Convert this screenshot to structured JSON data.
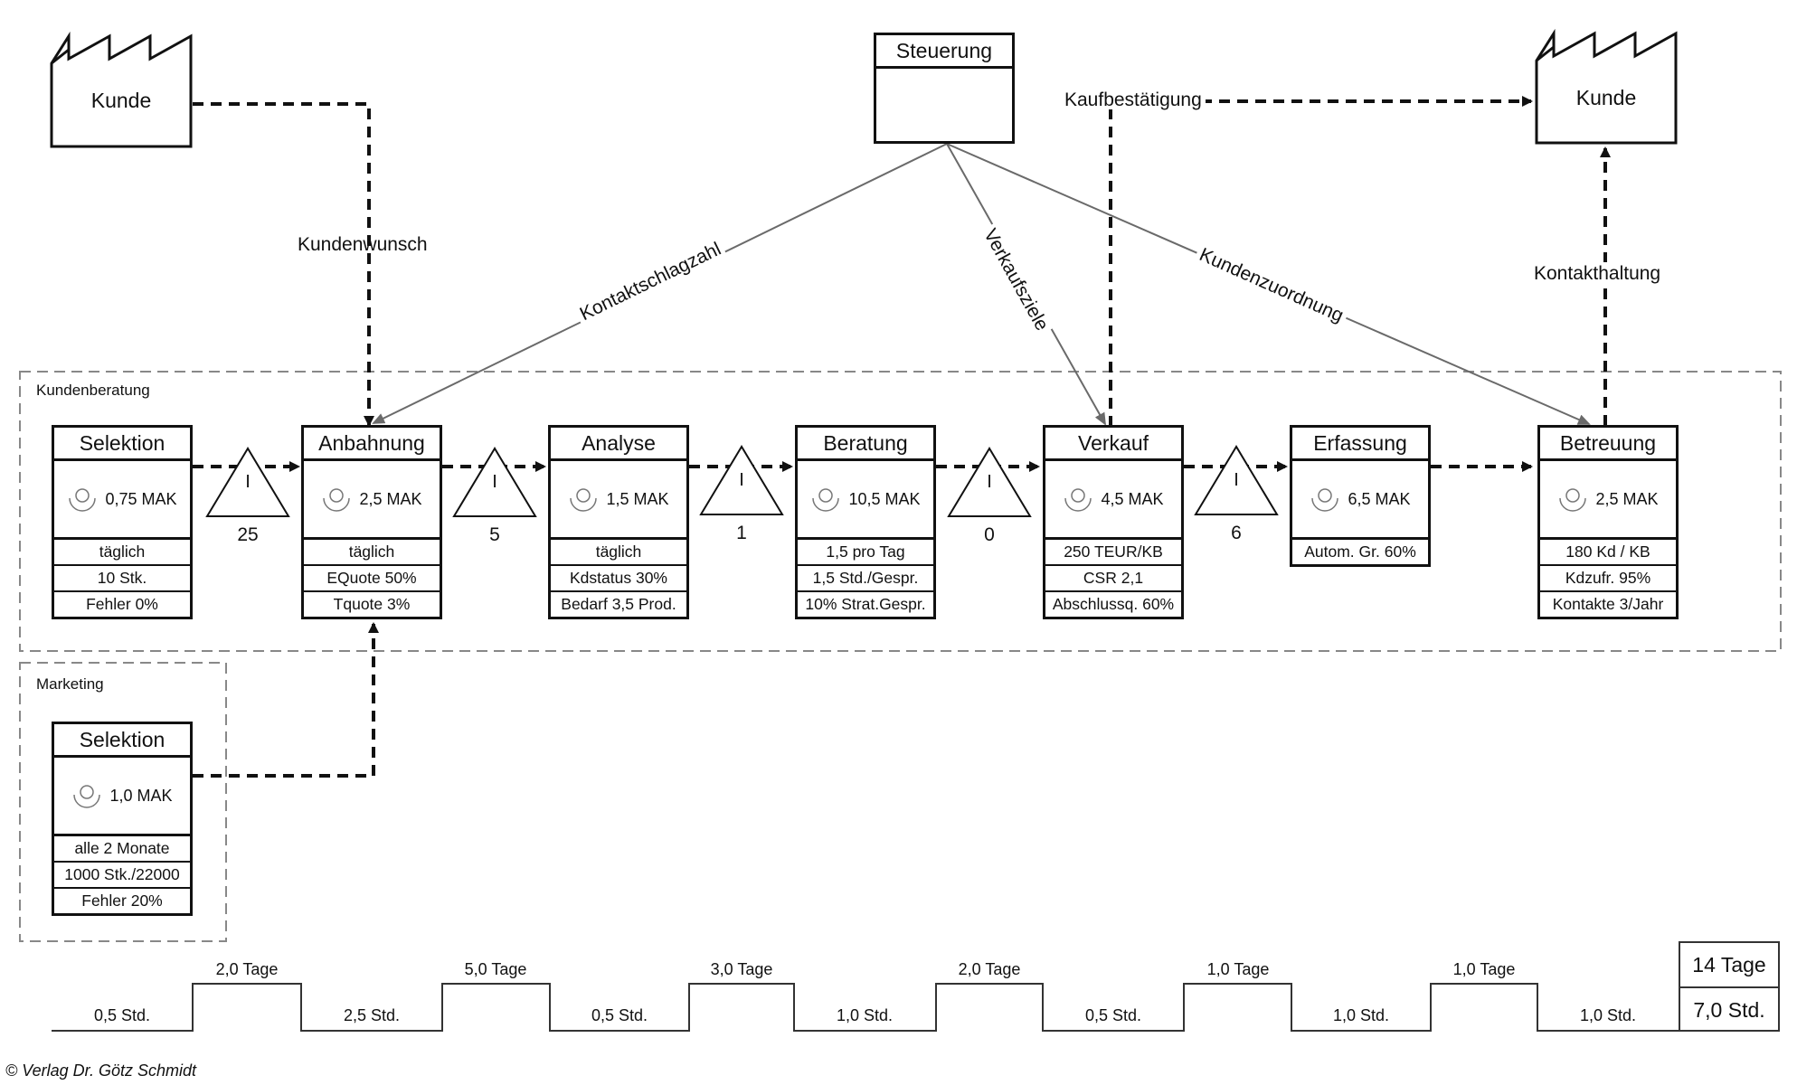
{
  "customers": {
    "left": "Kunde",
    "right": "Kunde"
  },
  "control": {
    "title": "Steuerung"
  },
  "flow_labels": {
    "kundenwunsch": "Kundenwunsch",
    "kaufbestaetigung": "Kaufbestätigung",
    "kontakthaltung": "Kontakthaltung",
    "kontaktschlagzahl": "Kontaktschlagzahl",
    "verkaufsziele": "Verkaufsziele",
    "kundenzuordnung": "Kundenzuordnung"
  },
  "groups": {
    "kundenberatung": "Kundenberatung",
    "marketing": "Marketing"
  },
  "processes": [
    {
      "title": "Selektion",
      "mak": "0,75 MAK",
      "rows": [
        "täglich",
        "10 Stk.",
        "Fehler 0%"
      ]
    },
    {
      "title": "Anbahnung",
      "mak": "2,5 MAK",
      "rows": [
        "täglich",
        "EQuote 50%",
        "Tquote 3%"
      ]
    },
    {
      "title": "Analyse",
      "mak": "1,5 MAK",
      "rows": [
        "täglich",
        "Kdstatus 30%",
        "Bedarf 3,5 Prod."
      ]
    },
    {
      "title": "Beratung",
      "mak": "10,5 MAK",
      "rows": [
        "1,5 pro Tag",
        "1,5 Std./Gespr.",
        "10% Strat.Gespr."
      ]
    },
    {
      "title": "Verkauf",
      "mak": "4,5 MAK",
      "rows": [
        "250 TEUR/KB",
        "CSR 2,1",
        "Abschlussq. 60%"
      ]
    },
    {
      "title": "Erfassung",
      "mak": "6,5 MAK",
      "rows": [
        "Autom. Gr. 60%"
      ]
    },
    {
      "title": "Betreuung",
      "mak": "2,5 MAK",
      "rows": [
        "180 Kd / KB",
        "Kdzufr. 95%",
        "Kontakte 3/Jahr"
      ]
    }
  ],
  "marketing_process": {
    "title": "Selektion",
    "mak": "1,0 MAK",
    "rows": [
      "alle 2 Monate",
      "1000 Stk./22000",
      "Fehler 20%"
    ]
  },
  "inventories": [
    {
      "symbol": "I",
      "count": "25"
    },
    {
      "symbol": "I",
      "count": "5"
    },
    {
      "symbol": "I",
      "count": "1"
    },
    {
      "symbol": "I",
      "count": "0"
    },
    {
      "symbol": "I",
      "count": "6"
    }
  ],
  "timeline": {
    "process_times": [
      "0,5 Std.",
      "2,5 Std.",
      "0,5 Std.",
      "1,0 Std.",
      "0,5 Std.",
      "1,0 Std.",
      "1,0 Std."
    ],
    "wait_times": [
      "2,0 Tage",
      "5,0 Tage",
      "3,0 Tage",
      "2,0 Tage",
      "1,0 Tage",
      "1,0 Tage"
    ],
    "total_lead": "14 Tage",
    "total_process": "7,0 Std."
  },
  "copyright": "© Verlag Dr. Götz Schmidt"
}
